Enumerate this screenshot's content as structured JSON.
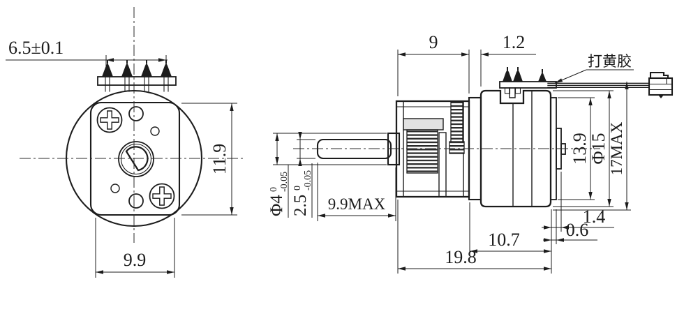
{
  "drawing": {
    "type": "engineering-dimension-drawing",
    "subject": "micro gear stepper motor, front and side views",
    "front": {
      "pin_span": "6.5±0.1",
      "plate_height": "11.9",
      "plate_width": "9.9"
    },
    "side": {
      "gearbox_len": "9",
      "front_step": "1.2",
      "glue_note": "打黄胶",
      "cap_dia": "13.9",
      "body_dia": "Φ15",
      "overall_h": "17MAX",
      "shaft_dia": "Φ4",
      "shaft_dia_sup": "0",
      "shaft_dia_sub": "-0.05",
      "flat_h": "2.5",
      "flat_sup": "0",
      "flat_sub": "-0.05",
      "shaft_len": "9.9MAX",
      "boss_w": "1.4",
      "lip_w": "0.6",
      "motor_len": "10.7",
      "total_len": "19.8"
    },
    "colors": {
      "line": "#1c1c1c",
      "background": "#ffffff",
      "gear_fill": "#e2e2e2"
    }
  }
}
